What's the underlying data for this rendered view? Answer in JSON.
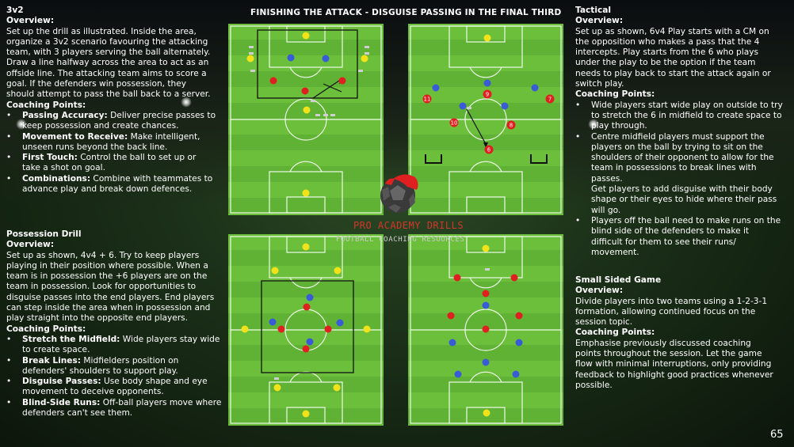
{
  "header": {
    "title": "FINISHING THE ATTACK - DISGUISE PASSING IN THE FINAL THIRD",
    "page_number": "65"
  },
  "brand": {
    "name": "PRO ACADEMY DRILLS",
    "tagline": "FOOTBALL COACHING RESOURCES"
  },
  "colors": {
    "red": "#e02020",
    "blue": "#3a5bd8",
    "yellow": "#f2e21a",
    "pitch_light": "#6bbf3a",
    "pitch_dark": "#5fb233"
  },
  "drill_3v2": {
    "title": "3v2",
    "overview_heading": "Overview:",
    "lines": [
      "Set up the drill as illustrated. Inside the area,",
      "organize a 3v2 scenario favouring the attacking",
      "team, with 3 players serving the ball alternately.",
      "Draw a line halfway across the area to act as an",
      "offside line. The attacking team aims to score a",
      "goal. If the defenders win possession, they",
      "should attempt to pass the ball back to a server."
    ],
    "coaching_heading": "Coaching Points:",
    "points": [
      {
        "bold": "Passing Accuracy:",
        "lines": [
          " Deliver precise passes to",
          "keep possession and create chances."
        ]
      },
      {
        "bold": "Movement to Receive:",
        "lines": [
          " Make intelligent,",
          "unseen runs beyond the back line."
        ]
      },
      {
        "bold": "First Touch:",
        "lines": [
          " Control the ball to set up or",
          "take a shot on goal."
        ]
      },
      {
        "bold": "Combinations:",
        "lines": [
          " Combine with teammates to",
          "advance play and break down defences."
        ]
      }
    ]
  },
  "possession_drill": {
    "title": "Possession Drill",
    "overview_heading": "Overview:",
    "lines": [
      "Set up as shown, 4v4 + 6. Try to keep players",
      "playing in their position where possible. When a",
      "team is in possession the +6 players are on the",
      "team in possession. Look for opportunities to",
      "disguise passes into the end players. End players",
      "can step inside the area when in possession and",
      "play straight into the opposite end players."
    ],
    "coaching_heading": "Coaching Points:",
    "points": [
      {
        "bold": "Stretch the Midfield:",
        "lines": [
          " Wide players stay wide",
          "to create space."
        ]
      },
      {
        "bold": "Break Lines:",
        "lines": [
          " Midfielders position on",
          "defenders' shoulders to support play."
        ]
      },
      {
        "bold": "Disguise Passes:",
        "lines": [
          " Use body shape and eye",
          "movement to deceive opponents."
        ]
      },
      {
        "bold": "Blind-Side Runs:",
        "lines": [
          " Off-ball players move where",
          "defenders can't see them."
        ]
      }
    ]
  },
  "tactical": {
    "title": "Tactical",
    "overview_heading": "Overview:",
    "lines": [
      "Set up as shown, 6v4 Play starts with a CM on",
      "the opposition who makes a pass that the 4",
      "intercepts. Play starts from the 6 who plays",
      "under the play to be the option if the team",
      "needs to play back to start the attack again or",
      "switch play."
    ],
    "coaching_heading": "Coaching Points:",
    "points": [
      {
        "lines": [
          "Wide players start wide play on outside to try",
          "to stretch the 6 in midfield to create space to",
          "play through."
        ]
      },
      {
        "lines": [
          "Centre midfield players must support the",
          "players on the ball by trying to sit on the",
          "shoulders of their opponent to allow for the",
          "team in possessions to break lines with",
          "passes."
        ]
      },
      {
        "nobullet": true,
        "lines": [
          "Get players to add disguise with their body",
          "shape or their eyes to hide where their pass",
          "will go."
        ]
      },
      {
        "lines": [
          "Players off the ball need to make runs on the",
          "blind side of the defenders to make it",
          "difficult for them to see their runs/",
          "movement."
        ]
      }
    ]
  },
  "small_sided": {
    "title": "Small Sided Game",
    "overview_heading": "Overview:",
    "lines": [
      "Divide players into two teams using a 1-2-3-1",
      "formation, allowing continued focus on the",
      "session topic."
    ],
    "coaching_heading": "Coaching Points:",
    "coaching_lines": [
      "Emphasise previously discussed coaching",
      "points throughout the session. Let the game",
      "flow with minimal interruptions, only providing",
      "feedback to highlight good practices whenever",
      "possible."
    ]
  },
  "tactical_numbers": [
    "11",
    "9",
    "7",
    "10",
    "8",
    "6"
  ]
}
